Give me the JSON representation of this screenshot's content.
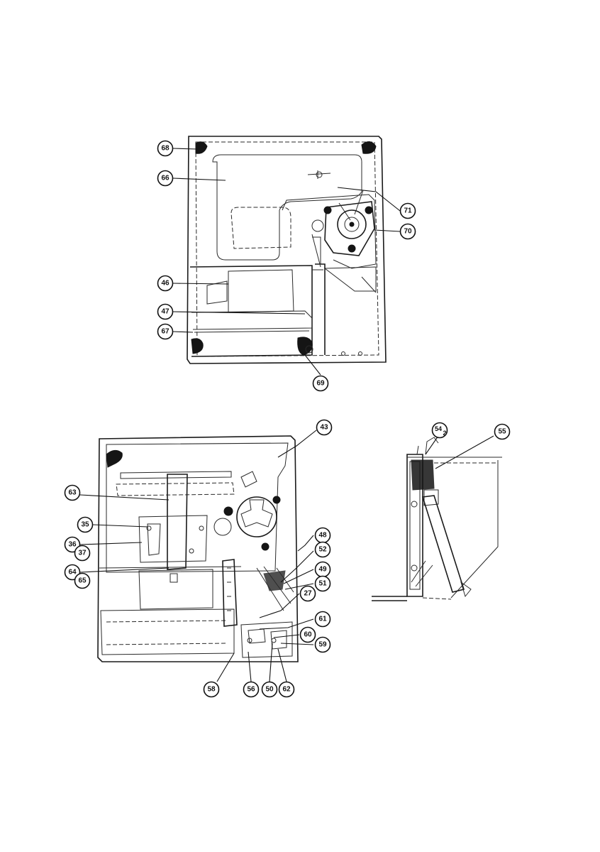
{
  "callouts": [
    {
      "id": "c68",
      "label": "68"
    },
    {
      "id": "c66",
      "label": "66"
    },
    {
      "id": "c71",
      "label": "71"
    },
    {
      "id": "c70",
      "label": "70"
    },
    {
      "id": "c46",
      "label": "46"
    },
    {
      "id": "c47",
      "label": "47"
    },
    {
      "id": "c67",
      "label": "67"
    },
    {
      "id": "c69",
      "label": "69"
    },
    {
      "id": "c43",
      "label": "43"
    },
    {
      "id": "c63",
      "label": "63"
    },
    {
      "id": "c35",
      "label": "35"
    },
    {
      "id": "c36",
      "label": "36"
    },
    {
      "id": "c37",
      "label": "37"
    },
    {
      "id": "c64",
      "label": "64"
    },
    {
      "id": "c65",
      "label": "65"
    },
    {
      "id": "c48",
      "label": "48"
    },
    {
      "id": "c52",
      "label": "52"
    },
    {
      "id": "c49",
      "label": "49"
    },
    {
      "id": "c51",
      "label": "51"
    },
    {
      "id": "c27",
      "label": "27"
    },
    {
      "id": "c61",
      "label": "61"
    },
    {
      "id": "c60",
      "label": "60"
    },
    {
      "id": "c59",
      "label": "59"
    },
    {
      "id": "c58",
      "label": "58"
    },
    {
      "id": "c56",
      "label": "56"
    },
    {
      "id": "c50",
      "label": "50"
    },
    {
      "id": "c62",
      "label": "62"
    },
    {
      "id": "c54",
      "label": "54"
    },
    {
      "id": "c55",
      "label": "55"
    }
  ],
  "subscripts": {
    "c54": "2"
  }
}
